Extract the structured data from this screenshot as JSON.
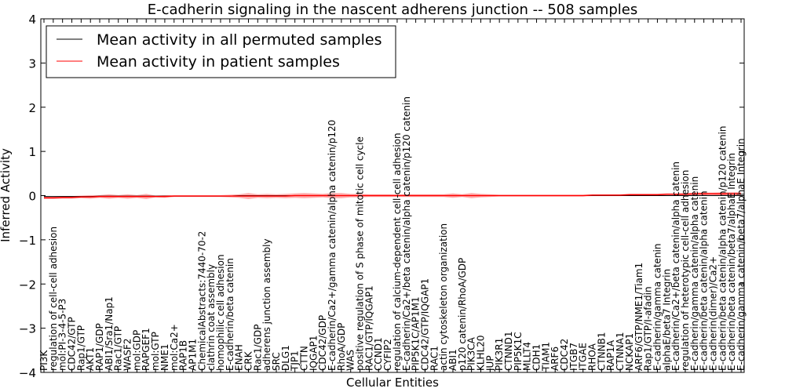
{
  "chart_data": {
    "type": "line",
    "title": "E-cadherin signaling in the nascent adherens junction -- 508 samples",
    "xlabel": "Cellular Entities",
    "ylabel": "Inferred Activity",
    "ylim": [
      -4,
      4
    ],
    "yticks": [
      -4,
      -3,
      -2,
      -1,
      0,
      1,
      2,
      3,
      4
    ],
    "ytick_labels": [
      "−4",
      "−3",
      "−2",
      "−1",
      "0",
      "1",
      "2",
      "3",
      "4"
    ],
    "legend_position": "upper-left",
    "categories": [
      "PI3K",
      "regulation of cell-cell adhesion",
      "mol:PI-3-4-5-P3",
      "CDC42/GTP",
      "Rap1/GTP",
      "AKT1",
      "RAP1/GDP",
      "ABI1/Sra1/Nap1",
      "Rac1/GTP",
      "WASF2",
      "mol:GDP",
      "RAPGEF1",
      "mol:GTP",
      "NME1",
      "mol:Ca2+",
      "RAP1B",
      "AP1M1",
      "ChemicalAbstracts:7440-70-2",
      "clathrin coat assembly",
      "homophilic cell adhesion",
      "E-cadherin/beta catenin",
      "ENAH",
      "CRK",
      "Rac1/GDP",
      "adherens junction assembly",
      "SRC",
      "DLG1",
      "TJP1",
      "CTTN",
      "IQGAP1",
      "CDC42/GDP",
      "E-cadherin/Ca2+/gamma catenin/alpha catenin/p120",
      "RhoA/GDP",
      "WAS",
      "positive regulation of S phase of mitotic cell cycle",
      "RAC1/GTP/IQGAP1",
      "CCND1",
      "CYFIP2",
      "regulation of calcium-dependent cell-cell adhesion",
      "E-cadherin/Ca2+/beta catenin/alpha catenin/p120 catenin",
      "PIP5K1C/AP1M1",
      "CDC42/GTP/IQGAP1",
      "RAC1",
      "actin cytoskeleton organization",
      "ABI1",
      "p120 catenin/RhoA/GDP",
      "PIK3CA",
      "KLHL20",
      "JUP",
      "PIK3R1",
      "CTNND1",
      "PIP5K1C",
      "MLLT4",
      "CDH1",
      "TIAM1",
      "ARF6",
      "CDC42",
      "ITGB7",
      "ITGAE",
      "RHOA",
      "CTNNB1",
      "RAP1A",
      "CTNNA1",
      "NCKAP1",
      "ARF6/GTP/NME1/Tiam1",
      "Rap1/GTP/I-afadin",
      "E-cadherin/gamma catenin",
      "alphaE/beta7 Integrin",
      "E-cadherin/Ca2+/beta catenin/alpha catenin",
      "regulation of heterotypic cell-cell adhesion",
      "E-cadherin/gamma catenin/alpha catenin",
      "E-cadherin/beta catenin/alpha catenin",
      "E-cadherin(dimer)/Ca2+",
      "E-cadherin/beta catenin/alpha catenin/p120 catenin",
      "E-cadherin/beta catenin/beta7/alphaE Integrin",
      "E-cadherin/gamma catenin/beta7/alphaE Integrin"
    ],
    "series": [
      {
        "name": "Mean activity in all permuted samples",
        "color": "#000000",
        "values": [
          -0.02,
          -0.02,
          -0.02,
          -0.02,
          -0.02,
          -0.02,
          -0.01,
          -0.01,
          -0.01,
          -0.01,
          -0.01,
          -0.01,
          -0.01,
          -0.01,
          -0.01,
          -0.01,
          -0.01,
          -0.01,
          -0.01,
          -0.01,
          -0.01,
          0,
          0,
          0,
          0,
          0,
          0,
          0,
          0,
          0,
          0,
          0,
          0,
          0,
          0,
          0,
          0,
          0,
          0,
          0,
          0,
          0,
          0,
          0,
          0,
          0,
          0,
          0,
          0,
          0,
          0,
          0,
          0,
          0,
          0,
          0,
          0,
          0,
          0,
          0,
          0,
          0,
          0,
          0,
          0,
          0,
          0,
          0,
          0,
          0,
          0,
          0,
          0,
          0,
          0,
          0
        ]
      },
      {
        "name": "Mean activity in patient samples",
        "color": "#ff0000",
        "values": [
          -0.05,
          -0.05,
          -0.04,
          -0.04,
          -0.03,
          -0.03,
          -0.02,
          -0.02,
          -0.02,
          -0.02,
          -0.02,
          -0.02,
          -0.02,
          -0.02,
          -0.01,
          -0.01,
          -0.01,
          -0.01,
          -0.01,
          -0.01,
          -0.01,
          -0.01,
          -0.01,
          -0.01,
          -0.01,
          -0.01,
          -0.01,
          0,
          0,
          0,
          0,
          0,
          0,
          0,
          0,
          0,
          0,
          0,
          0,
          0,
          0,
          0,
          0,
          0,
          0,
          0,
          0,
          0,
          0,
          0,
          0,
          0,
          0,
          0,
          0,
          0,
          0,
          0,
          0,
          0.01,
          0.01,
          0.01,
          0.01,
          0.02,
          0.02,
          0.02,
          0.02,
          0.03,
          0.03,
          0.03,
          0.04,
          0.04,
          0.04,
          0.04,
          0.04,
          0.04
        ],
        "band_halfwidth": [
          0.03,
          0.03,
          0.03,
          0.03,
          0.03,
          0.04,
          0.03,
          0.05,
          0.03,
          0.05,
          0.03,
          0.06,
          0.02,
          0.03,
          0.02,
          0.02,
          0.02,
          0.02,
          0.02,
          0.02,
          0.03,
          0.04,
          0.07,
          0.04,
          0.05,
          0.04,
          0.05,
          0.05,
          0.06,
          0.05,
          0.04,
          0.06,
          0.06,
          0.04,
          0.04,
          0.03,
          0.03,
          0.03,
          0.03,
          0.03,
          0.03,
          0.03,
          0.03,
          0.03,
          0.05,
          0.03,
          0.06,
          0.04,
          0.03,
          0.02,
          0.02,
          0.02,
          0.02,
          0.02,
          0.02,
          0.02,
          0.02,
          0.02,
          0.02,
          0.02,
          0.02,
          0.02,
          0.02,
          0.02,
          0.02,
          0.02,
          0.02,
          0.02,
          0.02,
          0.03,
          0.03,
          0.03,
          0.03,
          0.04,
          0.04,
          0.04
        ]
      }
    ]
  }
}
